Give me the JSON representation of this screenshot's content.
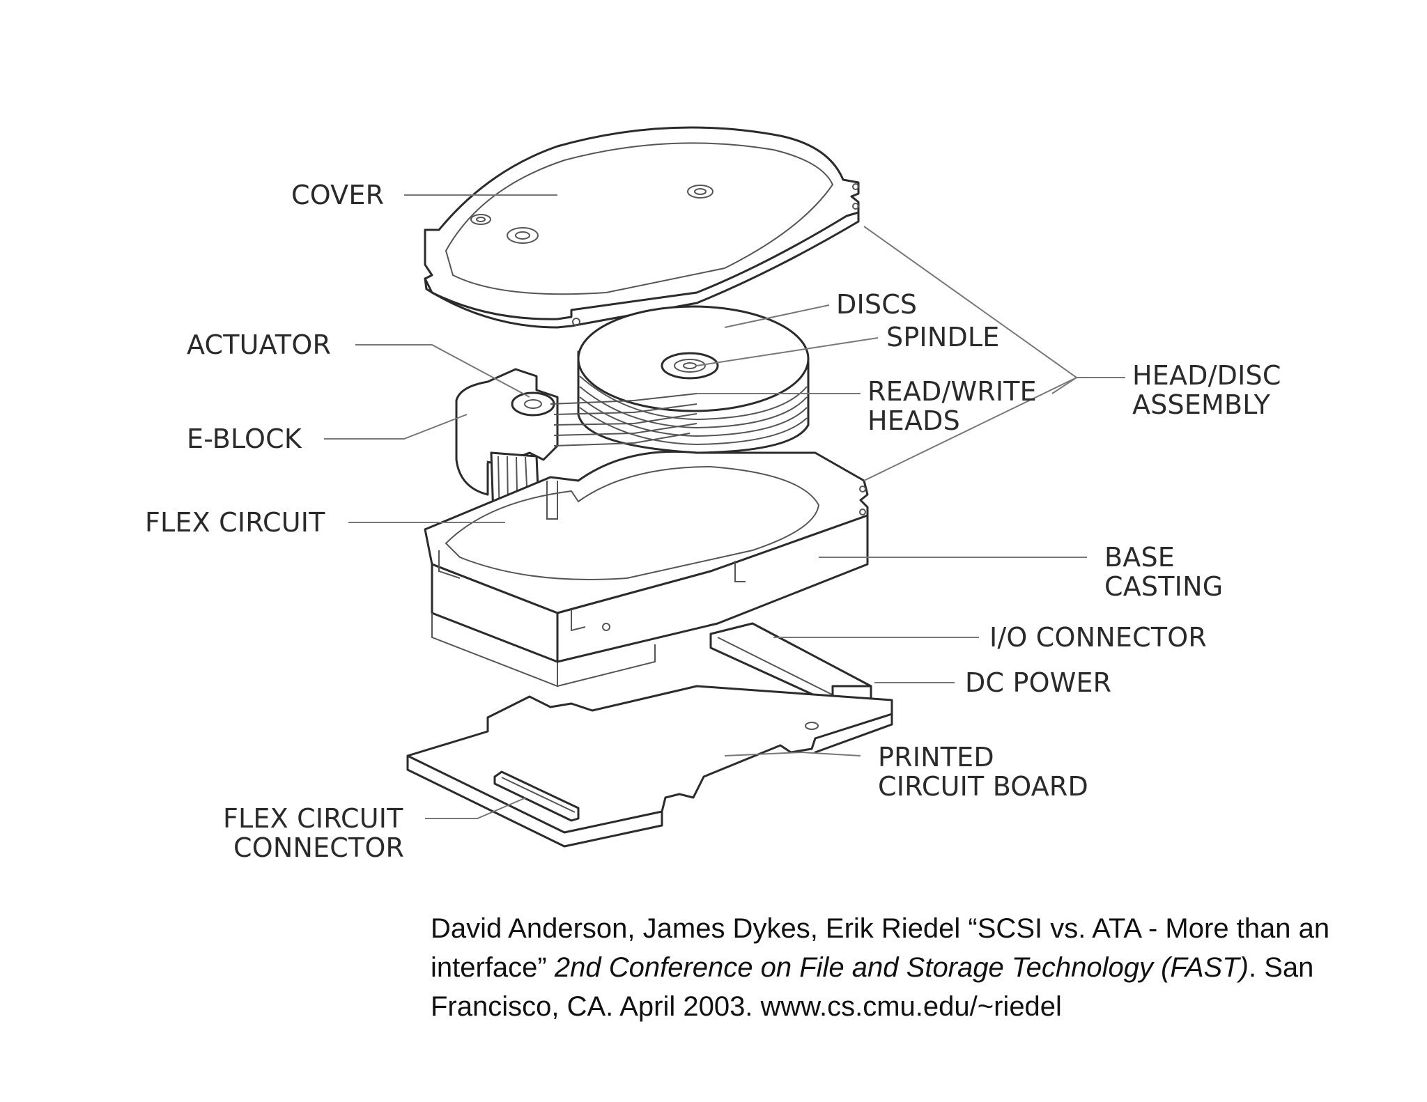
{
  "labels": {
    "cover": "COVER",
    "discs": "DISCS",
    "spindle": "SPINDLE",
    "actuator": "ACTUATOR",
    "read_write_1": "READ/WRITE",
    "read_write_2": "HEADS",
    "head_disc_1": "HEAD/DISC",
    "head_disc_2": "ASSEMBLY",
    "e_block": "E-BLOCK",
    "flex_circuit": "FLEX CIRCUIT",
    "base_casting_1": "BASE",
    "base_casting_2": "CASTING",
    "io_connector": "I/O CONNECTOR",
    "dc_power": "DC POWER",
    "pcb_1": "PRINTED",
    "pcb_2": "CIRCUIT BOARD",
    "flex_connector_1": "FLEX CIRCUIT",
    "flex_connector_2": "CONNECTOR"
  },
  "citation": {
    "part1": "David Anderson, James Dykes, Erik Riedel “SCSI vs. ATA - More than an interface” ",
    "venue": "2nd Conference on File and Storage Technology (FAST)",
    "part2": ". San Francisco, CA. April 2003. www.cs.cmu.edu/~riedel"
  }
}
